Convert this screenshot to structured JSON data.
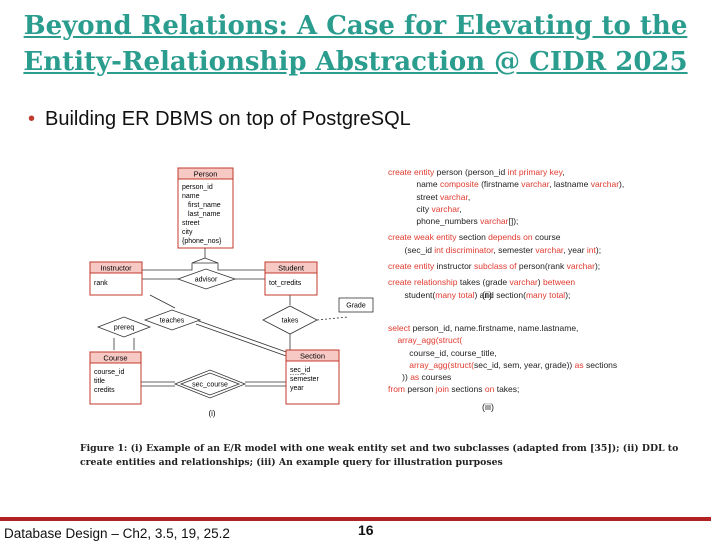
{
  "slide": {
    "title_line1": "Beyond Relations: A Case for Elevating to the",
    "title_line2": "Entity-Relationship Abstraction @ CIDR 2025",
    "bullet": "Building ER DBMS on top of PostgreSQL"
  },
  "er": {
    "person": {
      "name": "Person",
      "attrs": [
        "person_id",
        "name",
        "first_name",
        "last_name",
        "street",
        "city",
        "{phone_nos}"
      ]
    },
    "instructor": {
      "name": "Instructor",
      "attrs": [
        "rank"
      ]
    },
    "student": {
      "name": "Student",
      "attrs": [
        "tot_credits"
      ]
    },
    "course": {
      "name": "Course",
      "attrs": [
        "course_id",
        "title",
        "credits"
      ]
    },
    "section": {
      "name": "Section",
      "attrs": [
        "sec_id",
        "semester",
        "year"
      ]
    },
    "rel_advisor": "advisor",
    "rel_teaches": "teaches",
    "rel_takes": "takes",
    "rel_prereq": "prereq",
    "rel_sec_course": "sec_course",
    "grade": "Grade",
    "label": "(i)"
  },
  "ddl": {
    "label": "(ii)",
    "lines": [
      [
        [
          "create entity ",
          1
        ],
        [
          "person (person_id ",
          0
        ],
        [
          "int primary key",
          1
        ],
        [
          ",",
          0
        ]
      ],
      [
        [
          "            name ",
          0
        ],
        [
          "composite ",
          1
        ],
        [
          "(firstname ",
          0
        ],
        [
          "varchar",
          1
        ],
        [
          ", lastname ",
          0
        ],
        [
          "varchar",
          1
        ],
        [
          "),",
          0
        ]
      ],
      [
        [
          "            street ",
          0
        ],
        [
          "varchar",
          1
        ],
        [
          ",",
          0
        ]
      ],
      [
        [
          "            city ",
          0
        ],
        [
          "varchar",
          1
        ],
        [
          ",",
          0
        ]
      ],
      [
        [
          "            phone_numbers ",
          0
        ],
        [
          "varchar",
          1
        ],
        [
          "[]);",
          0
        ]
      ],
      [
        [
          "",
          0
        ]
      ],
      [
        [
          "create weak entity ",
          1
        ],
        [
          "section ",
          0
        ],
        [
          "depends on ",
          1
        ],
        [
          "course",
          0
        ]
      ],
      [
        [
          "       (sec_id ",
          0
        ],
        [
          "int discriminator",
          1
        ],
        [
          ", semester ",
          0
        ],
        [
          "varchar",
          1
        ],
        [
          ", year ",
          0
        ],
        [
          "int",
          1
        ],
        [
          ");",
          0
        ]
      ],
      [
        [
          "",
          0
        ]
      ],
      [
        [
          "create entity ",
          1
        ],
        [
          "instructor ",
          0
        ],
        [
          "subclass of ",
          1
        ],
        [
          "person(rank ",
          0
        ],
        [
          "varchar",
          1
        ],
        [
          ");",
          0
        ]
      ],
      [
        [
          "",
          0
        ]
      ],
      [
        [
          "create relationship ",
          1
        ],
        [
          "takes (grade ",
          0
        ],
        [
          "varchar",
          1
        ],
        [
          ") ",
          0
        ],
        [
          "between",
          1
        ]
      ],
      [
        [
          "       student(",
          0
        ],
        [
          "many total",
          1
        ],
        [
          ") and section(",
          0
        ],
        [
          "many total",
          1
        ],
        [
          ");",
          0
        ]
      ]
    ]
  },
  "query": {
    "label": "(iii)",
    "lines": [
      [
        [
          "select ",
          1
        ],
        [
          "person_id, name.firstname, name.lastname,",
          0
        ]
      ],
      [
        [
          "    array_agg(struct(",
          1
        ]
      ],
      [
        [
          "         course_id, course_title,",
          0
        ]
      ],
      [
        [
          "         array_agg(struct(",
          1
        ],
        [
          "sec_id, sem, year, grade)) ",
          0
        ],
        [
          "as ",
          1
        ],
        [
          "sections",
          0
        ]
      ],
      [
        [
          "      )) ",
          0
        ],
        [
          "as ",
          1
        ],
        [
          "courses",
          0
        ]
      ],
      [
        [
          "from ",
          1
        ],
        [
          "person ",
          0
        ],
        [
          "join ",
          1
        ],
        [
          "sections ",
          0
        ],
        [
          "on ",
          1
        ],
        [
          "takes",
          0
        ],
        [
          ";",
          0
        ]
      ]
    ]
  },
  "caption": "Figure 1: (i) Example of an E/R model with one weak entity set and two subclasses (adapted from [35]); (ii) DDL to create entities and relationships; (iii) An example query for illustration purposes",
  "footer": {
    "left": "Database Design – Ch2, 3.5, 19, 25.2",
    "page": "16"
  },
  "colors": {
    "title": "#2a9d8f",
    "entity_fill": "#f6c9c4",
    "entity_border": "#c0392b",
    "keyword": "#e03a2f",
    "bar": "#b22222"
  }
}
